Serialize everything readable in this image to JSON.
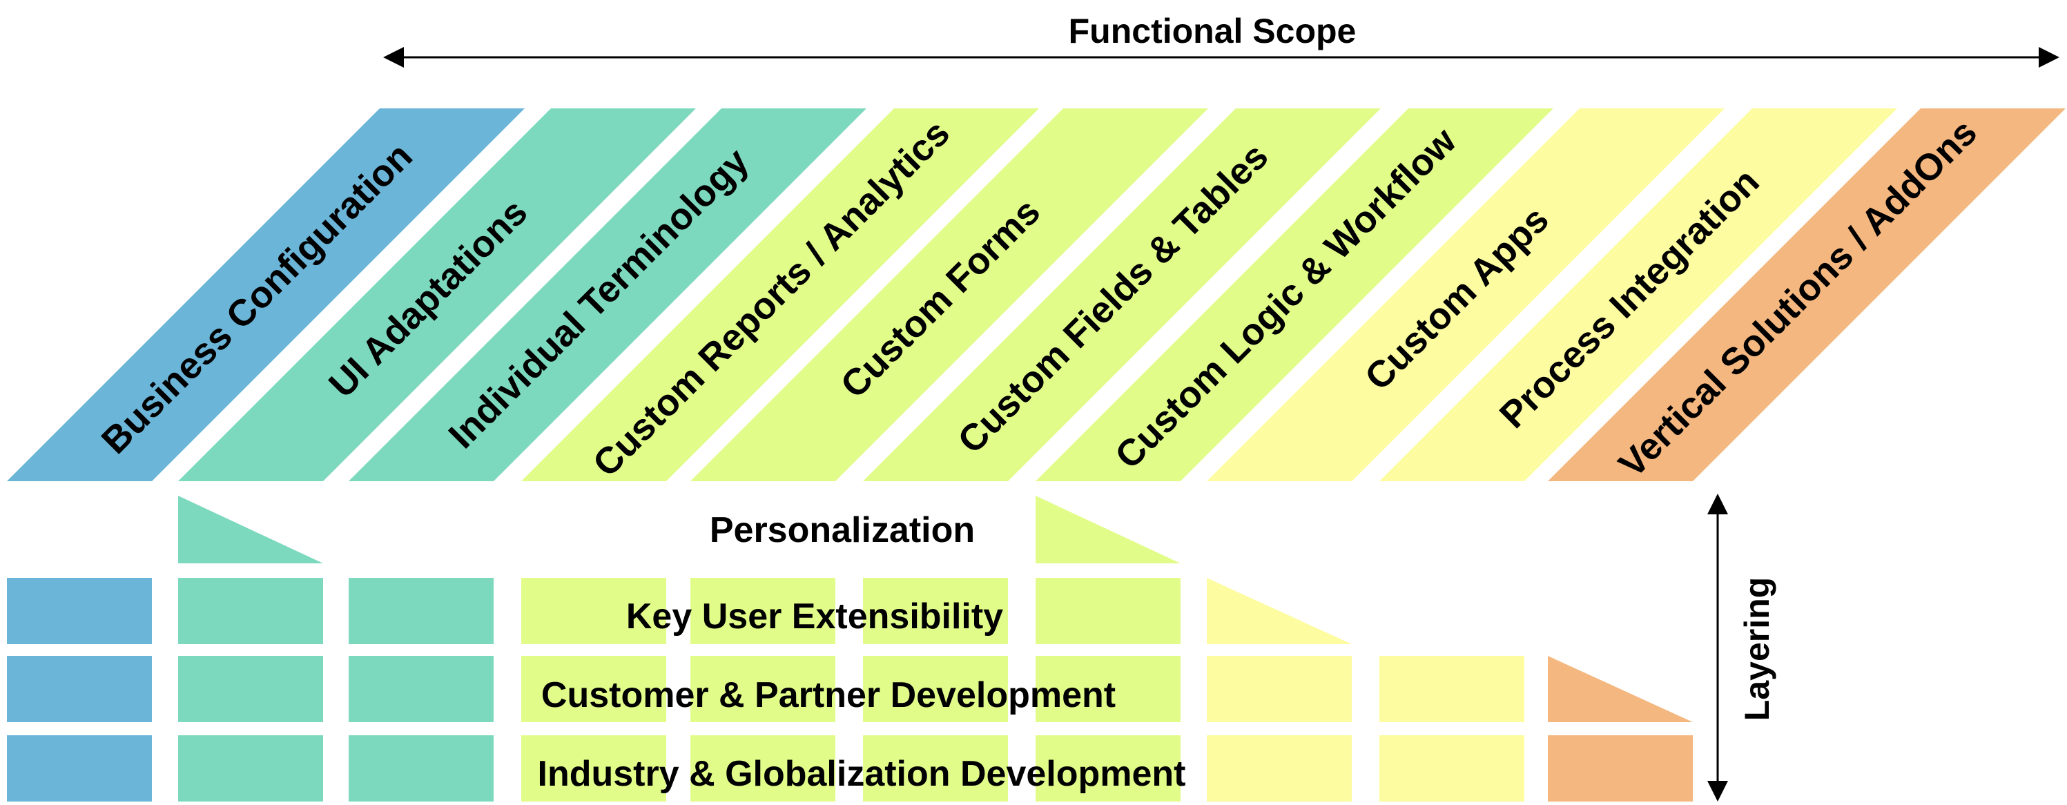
{
  "header": {
    "title": "Functional Scope",
    "side_label": "Layering"
  },
  "colors": {
    "blue": "#6BB5D8",
    "teal": "#7DD9BE",
    "lime": "#E2FC8A",
    "yellow": "#FDFCA1",
    "orange": "#F4B77F"
  },
  "columns": [
    {
      "label": "Business Configuration",
      "color": "blue"
    },
    {
      "label": "UI Adaptations",
      "color": "teal"
    },
    {
      "label": "Individual Terminology",
      "color": "teal"
    },
    {
      "label": "Custom Reports / Analytics",
      "color": "lime"
    },
    {
      "label": "Custom Forms",
      "color": "lime"
    },
    {
      "label": "Custom Fields & Tables",
      "color": "lime"
    },
    {
      "label": "Custom Logic & Workflow",
      "color": "lime"
    },
    {
      "label": "Custom Apps",
      "color": "yellow"
    },
    {
      "label": "Process  Integration",
      "color": "yellow"
    },
    {
      "label": "Vertical Solutions / AddOns",
      "color": "orange"
    }
  ],
  "layers": [
    {
      "label": "Personalization"
    },
    {
      "label": "Key User Extensibility"
    },
    {
      "label": "Customer & Partner Development"
    },
    {
      "label": "Industry & Globalization Development"
    }
  ]
}
